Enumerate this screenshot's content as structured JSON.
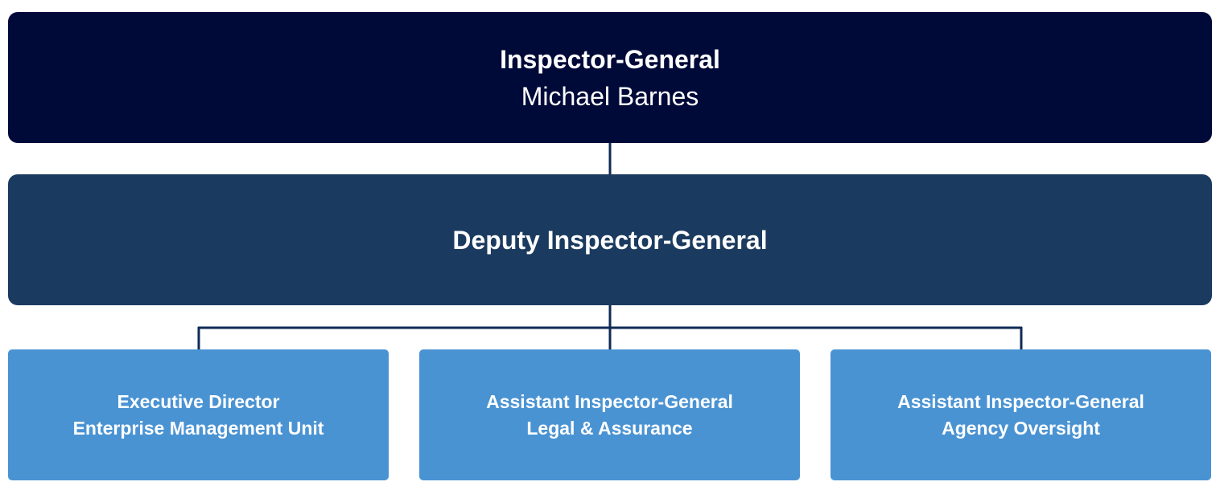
{
  "colors": {
    "inspector_general": "#000a38",
    "deputy": "#1b3a5f",
    "units": "#4a93d3",
    "connector": "#0f2a55"
  },
  "inspector_general": {
    "title": "Inspector-General",
    "name": "Michael Barnes"
  },
  "deputy": {
    "title": "Deputy Inspector-General"
  },
  "units": [
    {
      "title": "Executive Director",
      "subtitle": "Enterprise Management Unit"
    },
    {
      "title": "Assistant Inspector-General",
      "subtitle": "Legal & Assurance"
    },
    {
      "title": "Assistant Inspector-General",
      "subtitle": "Agency Oversight"
    }
  ]
}
